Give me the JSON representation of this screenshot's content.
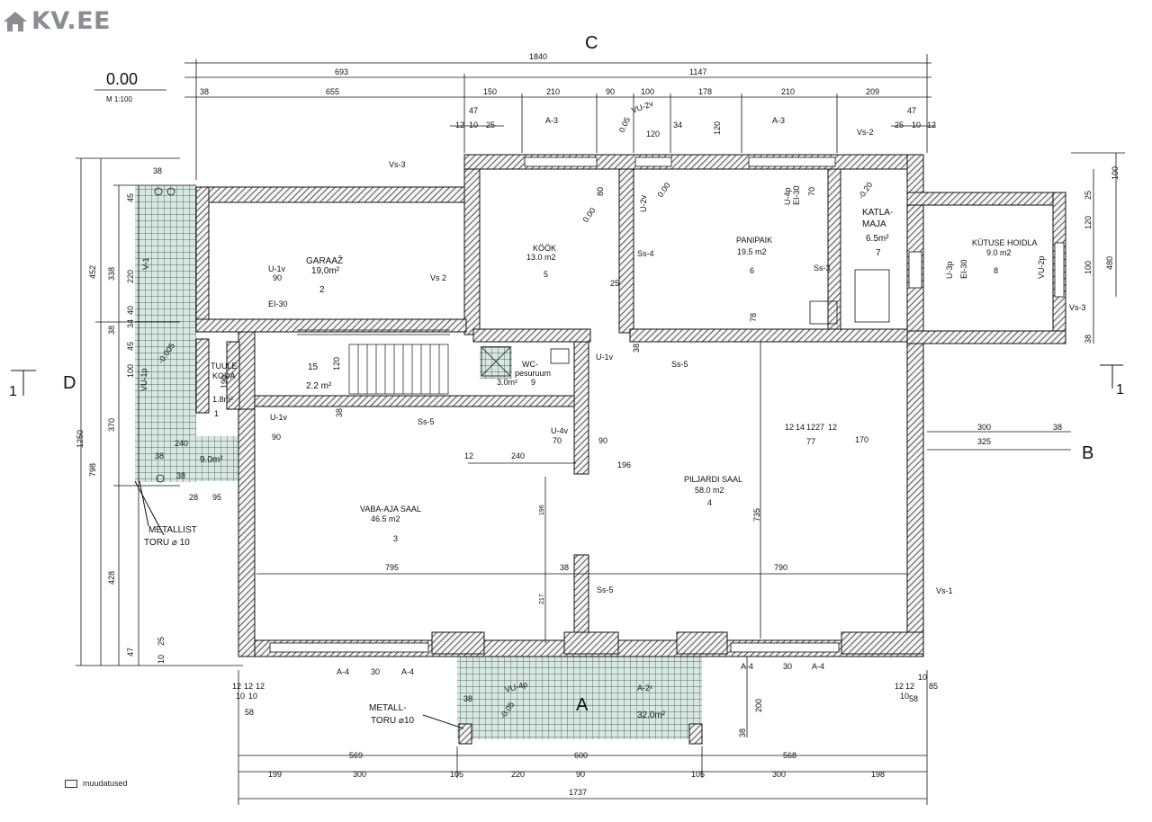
{
  "logo": {
    "text": "KV.EE",
    "icon": "house-icon",
    "color": "#8a8d92"
  },
  "legend": {
    "label": "muudatused"
  },
  "colors": {
    "line": "#111111",
    "hatch_fill": "#d6e8e2",
    "wall_hatch": "#2a2a2a"
  },
  "plan": {
    "level": "0.00",
    "scale": "M 1:100",
    "axes": {
      "top": "C",
      "left": "D",
      "right": "B",
      "bottom": "A"
    },
    "section": {
      "left": "1",
      "right": "1"
    },
    "rooms": [
      {
        "name": "GARAAŽ",
        "area": "19,0m²",
        "no": "2"
      },
      {
        "name": "KÖÖK",
        "area": "13.0 m2",
        "no": "5"
      },
      {
        "name": "PANIPAIK",
        "area": "19.5 m2",
        "no": "6"
      },
      {
        "name": "KATLA-",
        "name2": "MAJA",
        "area": "6.5m²",
        "no": "7"
      },
      {
        "name": "KÜTUSE HOIDLA",
        "area": "9.0 m2",
        "no": "8"
      },
      {
        "name": "TUULE",
        "name2": "KODA",
        "area": "1.8m²",
        "no": "1"
      },
      {
        "name": "",
        "area": "2.2 m²",
        "no": "15"
      },
      {
        "name": "WC-",
        "name2": "pesuruum",
        "area": "3.0m²",
        "no": "9"
      },
      {
        "name": "VABA-AJA SAAL",
        "area": "46.5 m2",
        "no": "3"
      },
      {
        "name": "PILJARDI SAAL",
        "area": "58.0 m2",
        "no": "4"
      },
      {
        "name": "",
        "area": "9.0m²",
        "no": ""
      },
      {
        "name": "",
        "area": "32.0m²",
        "no": ""
      }
    ],
    "notes": {
      "metallist": "METALLIST",
      "toru10": "TORU ⌀ 10",
      "metall": "METALL-",
      "toru10b": "TORU ⌀10"
    },
    "tags": {
      "vs3": "Vs-3",
      "vs2": "Vs 2",
      "vs2b": "Vs-2",
      "vs3b": "Vs-3",
      "vs1": "Vs-1",
      "ss4": "Ss-4",
      "ss3": "Ss-3",
      "ss5a": "Ss-5",
      "ss5b": "Ss-5",
      "ss5c": "Ss-5",
      "u1v_a": "U-1v",
      "u1v_b": "U-1v",
      "u1v_c": "U-1v",
      "u4v": "U-4v",
      "u2v": "U-2v",
      "u4p": "U-4p",
      "ei30a": "EI-30",
      "ei30b": "EI-30",
      "ei30c": "EI-30",
      "u3p": "U-3p",
      "vu2v": "VU-2v",
      "vu2p": "VU-2p",
      "vu4p": "VU-4p",
      "vu1p": "VU-1p",
      "v1": "V-1",
      "a3a": "A-3",
      "a3b": "A-3",
      "a4a": "A-4",
      "a4b": "A-4",
      "a4c": "A-4",
      "a4d": "A-4",
      "a2x": "A-2ˣ",
      "lvl005": "0.05",
      "lvl000a": "0.00",
      "lvl000b": "0.00",
      "lvl020": "-0.20",
      "lvl005b": "-0.05",
      "lvl005c": "-0.005"
    },
    "dims_top": {
      "d1840": "1840",
      "d693": "693",
      "d1147": "1147",
      "d38": "38",
      "d655": "655",
      "d150": "150",
      "d210a": "210",
      "d90": "90",
      "d100": "100",
      "d178": "178",
      "d210b": "210",
      "d209": "209",
      "d47a": "47",
      "d12a": "12",
      "d10a": "10",
      "d25a": "25",
      "d120a": "120",
      "d34": "34",
      "d120b": "120",
      "d47b": "47",
      "d25b": "25",
      "d10b": "10",
      "d12b": "12",
      "d80": "80",
      "d70": "70"
    },
    "dims_left": {
      "d1250": "1250",
      "d452": "452",
      "d798": "798",
      "d338": "338",
      "d220": "220",
      "d370": "370",
      "d428": "428",
      "d45a": "45",
      "d38a": "38",
      "d34a": "34",
      "d40": "40",
      "d45b": "45",
      "d100": "100",
      "d47": "47",
      "d10": "10",
      "d25": "25",
      "d38b": "38"
    },
    "dims_right": {
      "d100a": "100",
      "d25": "25",
      "d120": "120",
      "d100b": "100",
      "d480": "480",
      "d38": "38"
    },
    "dims_interior": {
      "d90a": "90",
      "d120": "120",
      "d190": "190",
      "d90b": "90",
      "d38a": "38",
      "d240a": "240",
      "d38b": "38",
      "d38c": "38",
      "d28": "28",
      "d95": "95",
      "d70": "70",
      "d90c": "90",
      "d12": "12",
      "d240b": "240",
      "d196a": "196",
      "d196b": "196",
      "d735": "735",
      "d795": "795",
      "d790": "790",
      "d38d": "38",
      "d217": "217",
      "d12r": "12",
      "d14": "14",
      "d12r2": "12",
      "d27": "27",
      "d12r3": "12",
      "d77": "77",
      "d170": "170",
      "d300": "300",
      "d38e": "38",
      "d325": "325",
      "d78": "78",
      "d25": "25",
      "d38f": "38",
      "d200": "200",
      "d38g": "38",
      "d38h": "38",
      "d30a": "30",
      "d30b": "30"
    },
    "dims_bottom": {
      "d12a": "12",
      "d12b": "12",
      "d12c": "12",
      "d10a": "10",
      "d10b": "10",
      "d58a": "58",
      "d12d": "12",
      "d12e": "12",
      "d10c": "10",
      "d10d": "10",
      "d85": "85",
      "d58b": "58",
      "d569": "569",
      "d600": "600",
      "d568": "568",
      "d199": "199",
      "d300a": "300",
      "d105a": "105",
      "d220": "220",
      "d90": "90",
      "d105b": "105",
      "d300b": "300",
      "d198": "198",
      "d1737": "1737"
    }
  }
}
